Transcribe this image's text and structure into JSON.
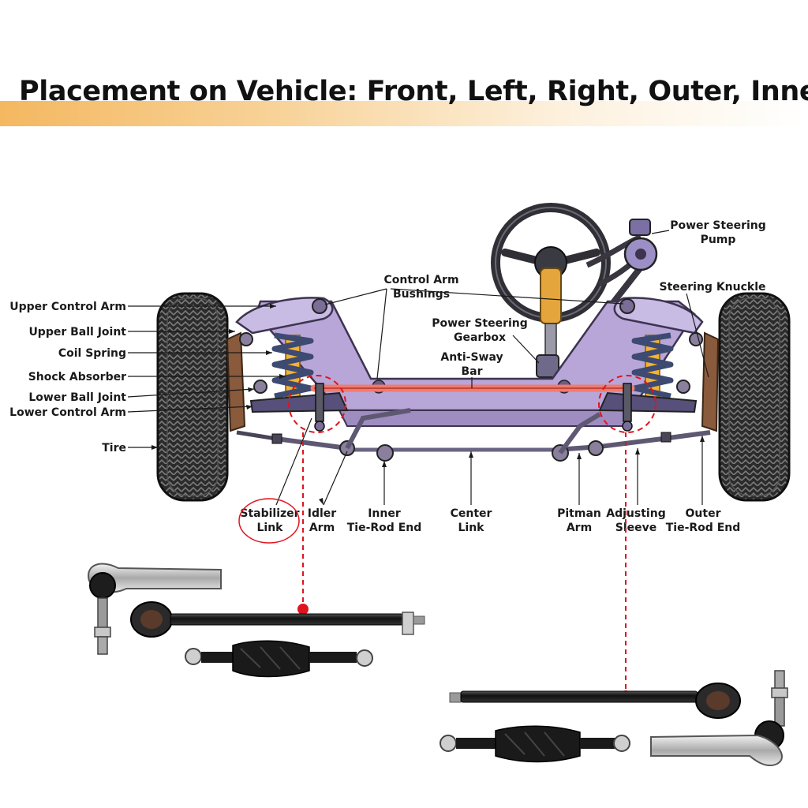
{
  "title": "Placement on Vehicle: Front, Left, Right, Outer, Inner",
  "labels": {
    "upper_control_arm": "Upper Control Arm",
    "upper_ball_joint": "Upper Ball Joint",
    "coil_spring": "Coil Spring",
    "shock_absorber": "Shock Absorber",
    "lower_ball_joint": "Lower Ball Joint",
    "lower_control_arm": "Lower Control Arm",
    "tire": "Tire",
    "control_arm_bushings_1": "Control Arm",
    "control_arm_bushings_2": "Bushings",
    "power_steering_gearbox_1": "Power Steering",
    "power_steering_gearbox_2": "Gearbox",
    "anti_sway_bar_1": "Anti-Sway",
    "anti_sway_bar_2": "Bar",
    "power_steering_pump_1": "Power Steering",
    "power_steering_pump_2": "Pump",
    "steering_knuckle": "Steering Knuckle",
    "stabilizer_link_1": "Stabilizer",
    "stabilizer_link_2": "Link",
    "idler_arm_1": "Idler",
    "idler_arm_2": "Arm",
    "inner_tie_rod_end_1": "Inner",
    "inner_tie_rod_end_2": "Tie-Rod End",
    "center_link_1": "Center",
    "center_link_2": "Link",
    "pitman_arm_1": "Pitman",
    "pitman_arm_2": "Arm",
    "adjusting_sleeve_1": "Adjusting",
    "adjusting_sleeve_2": "Sleeve",
    "outer_tie_rod_end_1": "Outer",
    "outer_tie_rod_end_2": "Tie-Rod End"
  },
  "colors": {
    "frame": "#b8a6d8",
    "frame_stroke": "#3d3450",
    "anti_sway_bar": "#f07b6e",
    "highlight_red": "#e0141e",
    "spring": "#3d4a72",
    "shock": "#f2b233",
    "tire": "#2b2b2b",
    "header_band": "#f4b860"
  }
}
